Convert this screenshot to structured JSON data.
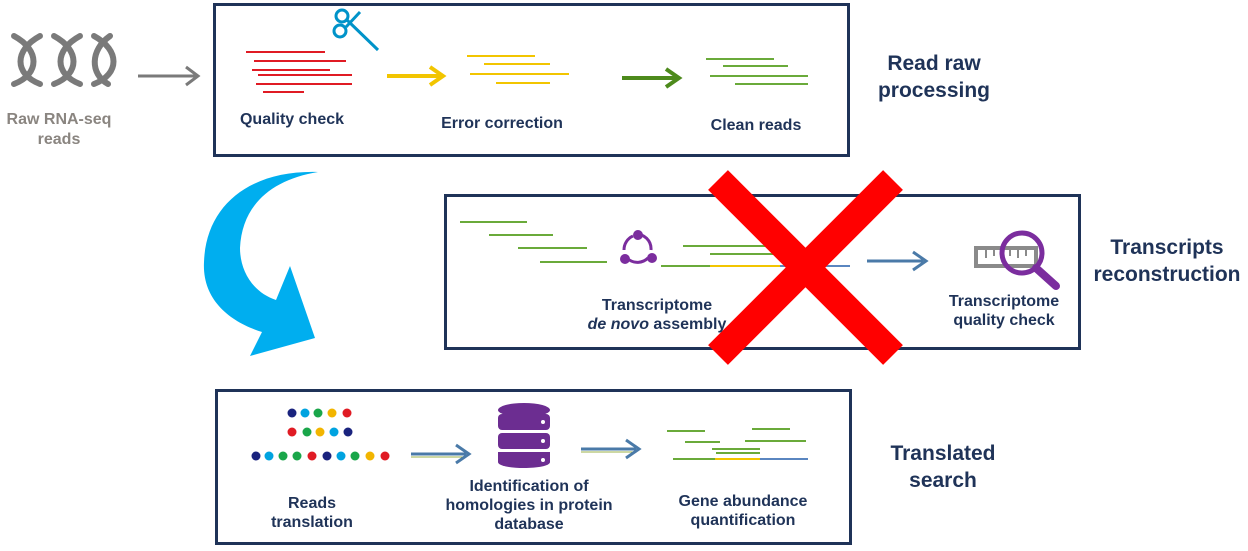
{
  "raw_input": {
    "line1": "Raw RNA-seq",
    "line2": "reads"
  },
  "read_raw_processing": {
    "title_line1": "Read raw",
    "title_line2": "processing",
    "steps": {
      "quality_check": "Quality check",
      "error_correction": "Error correction",
      "clean_reads": "Clean reads"
    }
  },
  "transcripts_reconstruction": {
    "title_line1": "Transcripts",
    "title_line2": "reconstruction",
    "assembly_line1": "Transcriptome",
    "assembly_line2_italic": "de novo",
    "assembly_line2_rest": " assembly",
    "qc_line1": "Transcriptome",
    "qc_line2": "quality check"
  },
  "translated_search": {
    "title_line1": "Translated",
    "title_line2": "search",
    "reads_line1": "Reads",
    "reads_line2": "translation",
    "homology_line1": "Identification of",
    "homology_line2": "homologies in protein",
    "homology_line3": "database",
    "abundance_line1": "Gene abundance",
    "abundance_line2": "quantification"
  },
  "colors": {
    "box_border": "#1f3358",
    "quality_reads": "#e01b24",
    "error_reads": "#f2c500",
    "clean_reads": "#6aaa3a",
    "skip_arrow": "#00aeef",
    "cross": "#ff0000",
    "assembly_icon": "#7b2d9e",
    "database_icon": "#6c2d91"
  },
  "icons": [
    "dna-icon",
    "scissors-icon",
    "assembly-graph-icon",
    "ruler-magnifier-icon",
    "database-icon"
  ]
}
